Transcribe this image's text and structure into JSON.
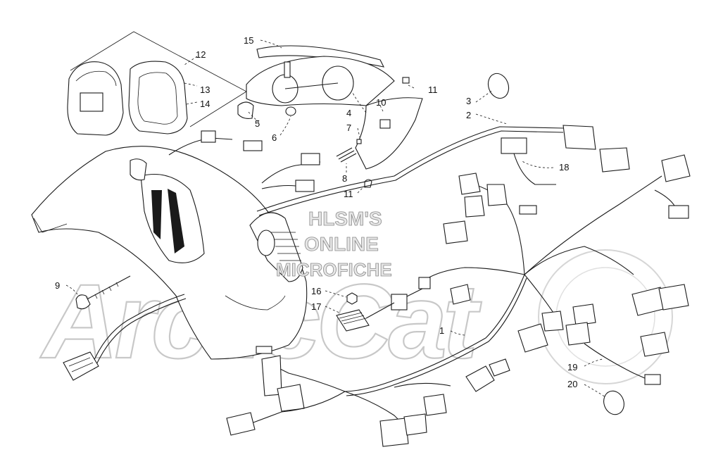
{
  "callouts": [
    {
      "id": "c1",
      "label": "1"
    },
    {
      "id": "c2",
      "label": "2"
    },
    {
      "id": "c3",
      "label": "3"
    },
    {
      "id": "c4",
      "label": "4"
    },
    {
      "id": "c5",
      "label": "5"
    },
    {
      "id": "c6",
      "label": "6"
    },
    {
      "id": "c7",
      "label": "7"
    },
    {
      "id": "c8",
      "label": "8"
    },
    {
      "id": "c9",
      "label": "9"
    },
    {
      "id": "c10",
      "label": "10"
    },
    {
      "id": "c11a",
      "label": "11"
    },
    {
      "id": "c11b",
      "label": "11"
    },
    {
      "id": "c12",
      "label": "12"
    },
    {
      "id": "c13",
      "label": "13"
    },
    {
      "id": "c14",
      "label": "14"
    },
    {
      "id": "c15",
      "label": "15"
    },
    {
      "id": "c16",
      "label": "16"
    },
    {
      "id": "c17",
      "label": "17"
    },
    {
      "id": "c18",
      "label": "18"
    },
    {
      "id": "c19",
      "label": "19"
    },
    {
      "id": "c20",
      "label": "20"
    }
  ],
  "watermark": {
    "line1": "HLSM'S",
    "line2": "ONLINE",
    "line3": "MICROFICHE",
    "brand": "ArcticCat"
  },
  "colors": {
    "ink": "#1a1a1a",
    "watermark_outline": "#c8c8c8",
    "background": "#ffffff"
  }
}
